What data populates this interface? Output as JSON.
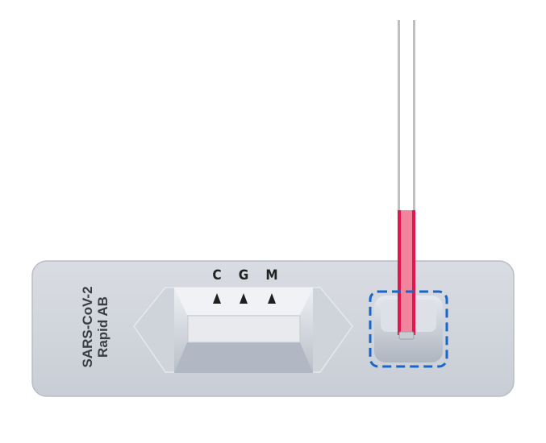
{
  "cassette": {
    "name_line1": "SARS-CoV-2",
    "name_line2": "Rapid AB",
    "markers": [
      "C",
      "G",
      "M"
    ]
  },
  "colors": {
    "cassette_body": "#d3d7de",
    "sample_highlight": "#1a66c8",
    "sample_liquid": "#e0164f"
  }
}
